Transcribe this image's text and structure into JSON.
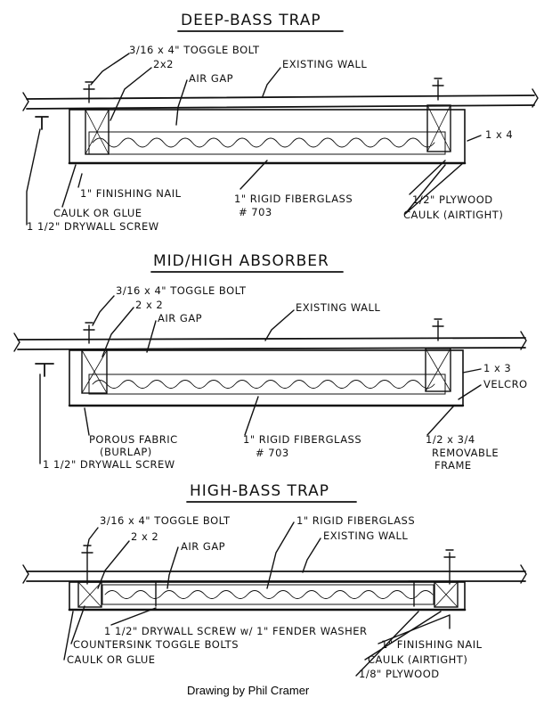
{
  "credit": "Drawing by Phil Cramer",
  "deep_bass": {
    "title": "DEEP-BASS TRAP",
    "labels": {
      "toggle_bolt": "3/16 x 4\" TOGGLE BOLT",
      "stud": "2x2",
      "air_gap": "AIR GAP",
      "existing_wall": "EXISTING WALL",
      "frame": "1 x 4",
      "finishing_nail": "1\" FINISHING NAIL",
      "fiberglass_line1": "1\" RIGID FIBERGLASS",
      "fiberglass_line2": "# 703",
      "plywood": "1/2\" PLYWOOD",
      "caulk_glue": "CAULK OR GLUE",
      "caulk_airtight": "CAULK (AIRTIGHT)",
      "drywall_screw": "1 1/2\" DRYWALL SCREW"
    }
  },
  "mid_high": {
    "title": "MID/HIGH ABSORBER",
    "labels": {
      "toggle_bolt": "3/16 x 4\" TOGGLE BOLT",
      "stud": "2 x 2",
      "air_gap": "AIR GAP",
      "existing_wall": "EXISTING WALL",
      "frame": "1 x 3",
      "velcro": "VELCRO",
      "fabric_line1": "POROUS FABRIC",
      "fabric_line2": "(BURLAP)",
      "fiberglass_line1": "1\" RIGID FIBERGLASS",
      "fiberglass_line2": "# 703",
      "removable_line1": "1/2 x 3/4",
      "removable_line2": "REMOVABLE",
      "removable_line3": "FRAME",
      "drywall_screw": "1 1/2\" DRYWALL SCREW"
    }
  },
  "high_bass": {
    "title": "HIGH-BASS TRAP",
    "labels": {
      "toggle_bolt": "3/16 x 4\" TOGGLE BOLT",
      "fiberglass": "1\" RIGID FIBERGLASS",
      "stud": "2 x 2",
      "existing_wall": "EXISTING WALL",
      "air_gap": "AIR GAP",
      "drywall_screw": "1 1/2\" DRYWALL SCREW w/ 1\" FENDER WASHER",
      "countersink": "COUNTERSINK TOGGLE BOLTS",
      "finishing_nail": "1\" FINISHING NAIL",
      "caulk_glue": "CAULK OR GLUE",
      "caulk_airtight": "CAULK (AIRTIGHT)",
      "plywood": "1/8\" PLYWOOD"
    }
  }
}
